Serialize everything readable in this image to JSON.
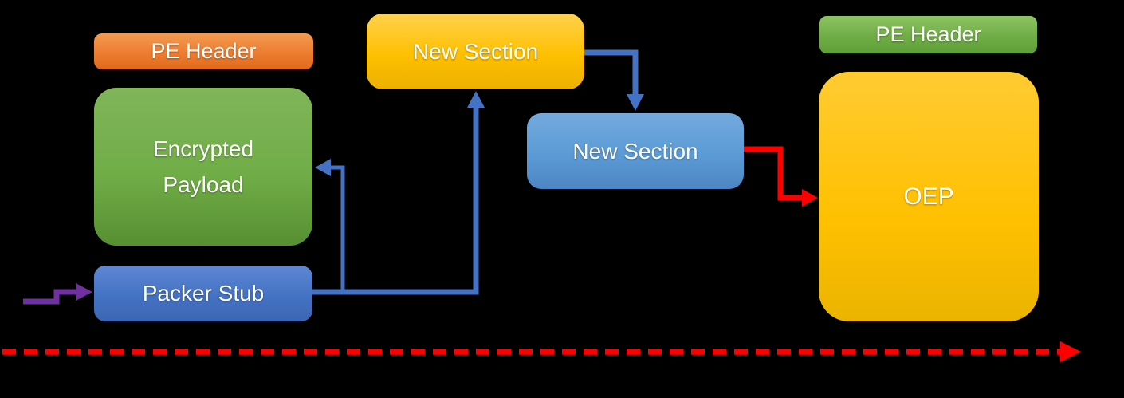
{
  "diagram": {
    "background_color": "#000000",
    "boxes": {
      "pe_header_left": {
        "label": "PE Header",
        "fill": "#ED7D31"
      },
      "encrypted_payload": {
        "label": "Encrypted Payload",
        "fill": "#70AD47"
      },
      "packer_stub": {
        "label": "Packer Stub",
        "fill": "#4472C4"
      },
      "new_section_top": {
        "label": "New Section",
        "fill": "#FFC000"
      },
      "new_section_mid": {
        "label": "New Section",
        "fill": "#5B9BD5"
      },
      "pe_header_right": {
        "label": "PE Header",
        "fill": "#70AD47"
      },
      "oep": {
        "label": "OEP",
        "fill": "#FFC000"
      }
    },
    "arrows": {
      "purple_entry": {
        "color": "#7030A0",
        "description": "entry arrow into Packer Stub"
      },
      "blue_stub_to_payload": {
        "color": "#4472C4",
        "description": "Packer Stub to Encrypted Payload"
      },
      "blue_stub_to_new_section": {
        "color": "#4472C4",
        "description": "Packer Stub to New Section (top)"
      },
      "blue_new_section_to_new_section": {
        "color": "#4472C4",
        "description": "New Section (top) to New Section (mid)"
      },
      "red_new_section_to_oep": {
        "color": "#FF0000",
        "description": "New Section (mid) to OEP"
      },
      "red_dashed_timeline": {
        "color": "#FF0000",
        "style": "dashed",
        "description": "bottom timeline arrow left to right"
      }
    },
    "text_color": "#FFFFFF"
  }
}
